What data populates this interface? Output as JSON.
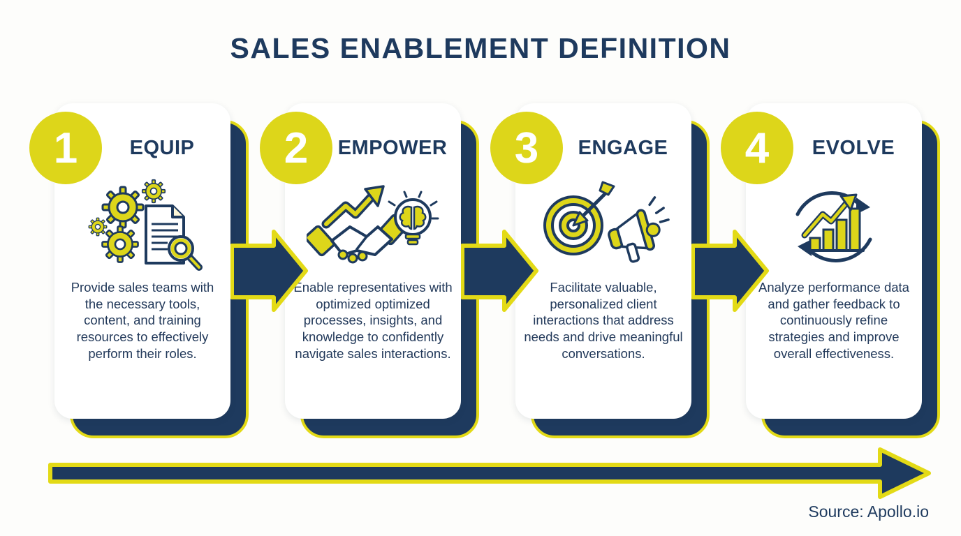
{
  "page": {
    "title": "SALES ENABLEMENT DEFINITION",
    "source": "Source: Apollo.io"
  },
  "colors": {
    "navy": "#1e3a5e",
    "yellow": "#ddd61a",
    "card_background": "#ffffff",
    "page_background": "#fdfdfb"
  },
  "steps": [
    {
      "number": "1",
      "title": "EQUIP",
      "icon": "gears-document-magnifier-icon",
      "description": "Provide sales teams with the necessary tools, content, and training resources to effectively perform their roles."
    },
    {
      "number": "2",
      "title": "EMPOWER",
      "icon": "handshake-growth-lightbulb-icon",
      "description": "Enable representatives with optimized optimized processes, insights, and knowledge to confidently navigate sales interactions."
    },
    {
      "number": "3",
      "title": "ENGAGE",
      "icon": "target-dart-megaphone-icon",
      "description": "Facilitate valuable, personalized client interactions that address needs and drive meaningful conversations."
    },
    {
      "number": "4",
      "title": "EVOLVE",
      "icon": "growth-cycle-bar-chart-icon",
      "description": "Analyze performance data and gather feedback to continuously refine strategies and improve overall effectiveness."
    }
  ]
}
